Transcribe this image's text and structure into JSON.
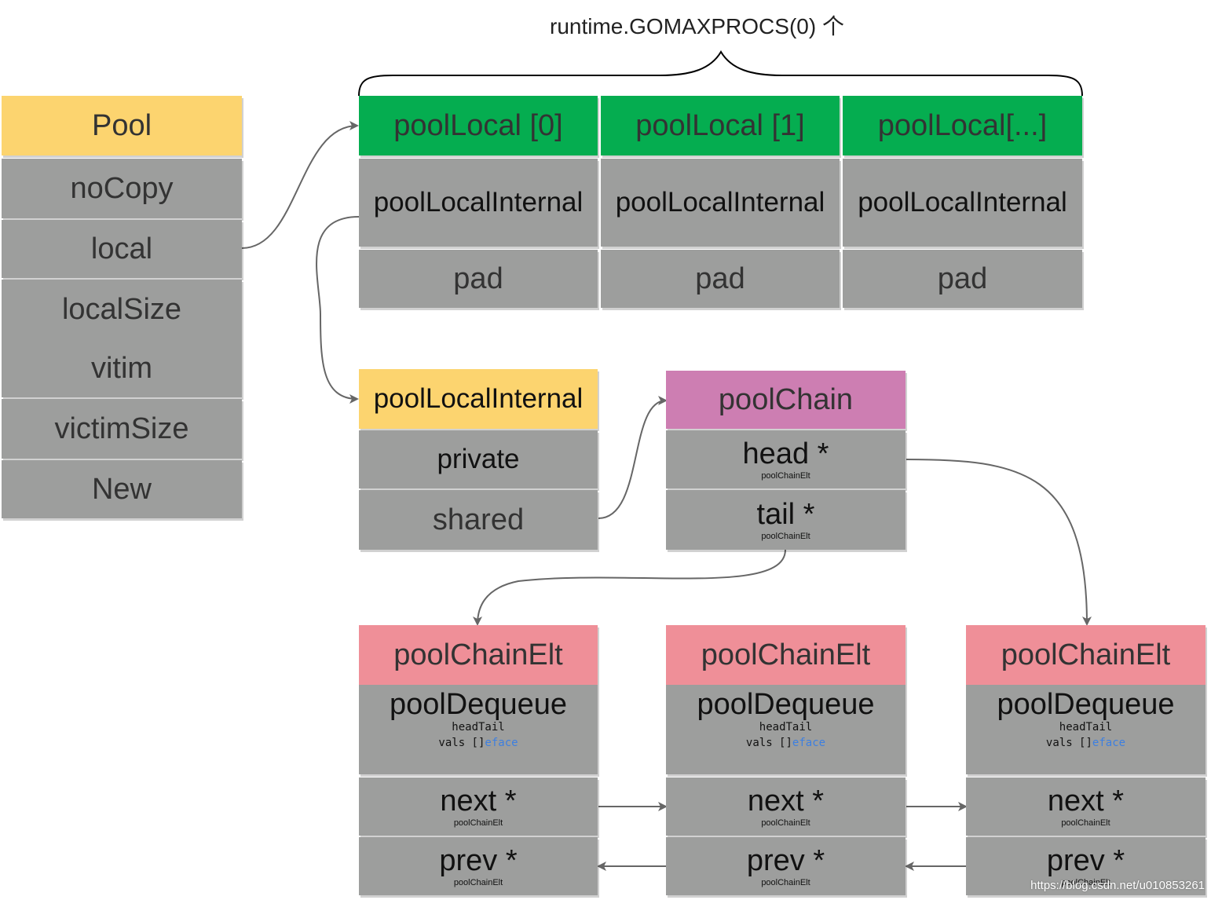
{
  "title": "runtime.GOMAXPROCS(0) 个",
  "pool": {
    "header": "Pool",
    "fields": [
      "noCopy",
      "local",
      "localSize",
      "vitim",
      "victimSize",
      "New"
    ]
  },
  "pool_locals": [
    {
      "header": "poolLocal [0]",
      "internal": "poolLocalInternal",
      "pad": "pad"
    },
    {
      "header": "poolLocal [1]",
      "internal": "poolLocalInternal",
      "pad": "pad"
    },
    {
      "header": "poolLocal[...]",
      "internal": "poolLocalInternal",
      "pad": "pad"
    }
  ],
  "pool_local_internal": {
    "header": "poolLocalInternal",
    "fields": [
      "private",
      "shared"
    ]
  },
  "pool_chain": {
    "header": "poolChain",
    "head": {
      "name": "head *",
      "type": "poolChainElt"
    },
    "tail": {
      "name": "tail *",
      "type": "poolChainElt"
    }
  },
  "chain_elts": [
    {
      "header": "poolChainElt",
      "dequeue": "poolDequeue",
      "head_tail": "headTail",
      "vals_prefix": "vals []",
      "vals_type": "eface",
      "next": {
        "name": "next *",
        "type": "poolChainElt"
      },
      "prev": {
        "name": "prev *",
        "type": "poolChainElt"
      }
    },
    {
      "header": "poolChainElt",
      "dequeue": "poolDequeue",
      "head_tail": "headTail",
      "vals_prefix": "vals []",
      "vals_type": "eface",
      "next": {
        "name": "next *",
        "type": "poolChainElt"
      },
      "prev": {
        "name": "prev *",
        "type": "poolChainElt"
      }
    },
    {
      "header": "poolChainElt",
      "dequeue": "poolDequeue",
      "head_tail": "headTail",
      "vals_prefix": "vals []",
      "vals_type": "eface",
      "next": {
        "name": "next *",
        "type": "poolChainElt"
      },
      "prev": {
        "name": "prev *",
        "type": "poolChainElt"
      }
    }
  ],
  "watermark": "https://blog.csdn.net/u010853261",
  "colors": {
    "gray": "#9d9e9d",
    "yellow": "#fcd46f",
    "green": "#05ad50",
    "purple": "#cd7eb2",
    "pink": "#ef8f98",
    "arrow": "#666666"
  }
}
